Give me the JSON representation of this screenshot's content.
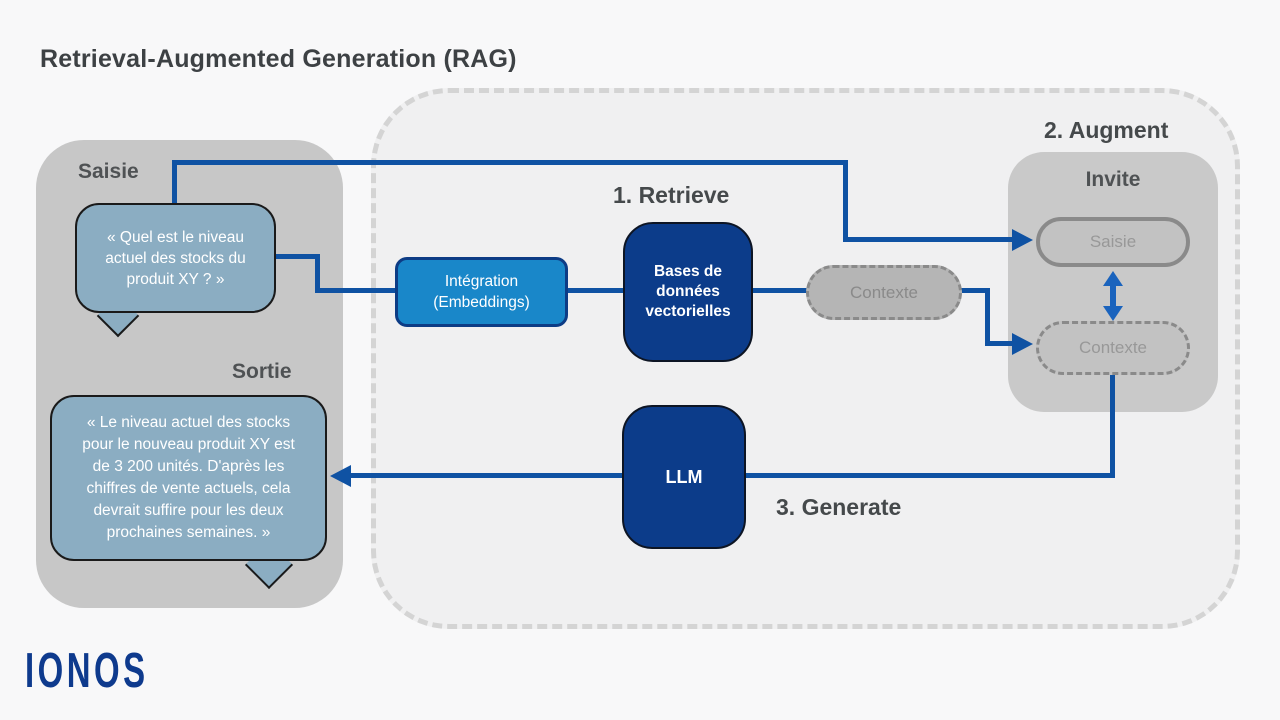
{
  "title": "Retrieval-Augmented Generation (RAG)",
  "brand": {
    "name": "IONOS"
  },
  "left_panel": {
    "input_label": "Saisie",
    "input_text": "« Quel est le niveau\nactuel des stocks du\nproduit XY ? »",
    "output_label": "Sortie",
    "output_text": "« Le niveau actuel des stocks\npour le nouveau produit XY est\nde 3 200 unités. D'après les\nchiffres de vente actuels, cela\ndevrait suffire pour les deux\nprochaines semaines. »"
  },
  "steps": {
    "retrieve": "1. Retrieve",
    "augment": "2. Augment",
    "generate": "3. Generate"
  },
  "nodes": {
    "embedding": "Intégration\n(Embeddings)",
    "vector_db": "Bases de\ndonnées\nvectorielles",
    "context": "Contexte",
    "llm": "LLM"
  },
  "invite": {
    "label": "Invite",
    "input_pill": "Saisie",
    "context_pill": "Contexte"
  },
  "colors": {
    "page_bg": "#f8f8f9",
    "title_text": "#3d4144",
    "heading_text": "#45494b",
    "label_text": "#4f5254",
    "panel_gray": "#c7c7c7",
    "invite_gray": "#c9c9c9",
    "pill_fill": "#c2c2c2",
    "pill_border": "#8a8a8a",
    "pill_text": "#989898",
    "mid_pill_fill": "#b5b5b5",
    "mid_pill_text": "#8a8a8a",
    "bubble_fill": "#8badc2",
    "bubble_border": "#1a1a1a",
    "navy_box": "#0c3c8a",
    "navy_box_border": "#0d1524",
    "blue_box": "#1987c9",
    "blue_box_border": "#0d3c85",
    "line_blue": "#0f52a3",
    "arrow_bright": "#1a63bd",
    "dashed_fill": "#f0f0f1",
    "dashed_border": "#d4d4d4",
    "brand_navy": "#0e3a8d",
    "white": "#ffffff"
  }
}
